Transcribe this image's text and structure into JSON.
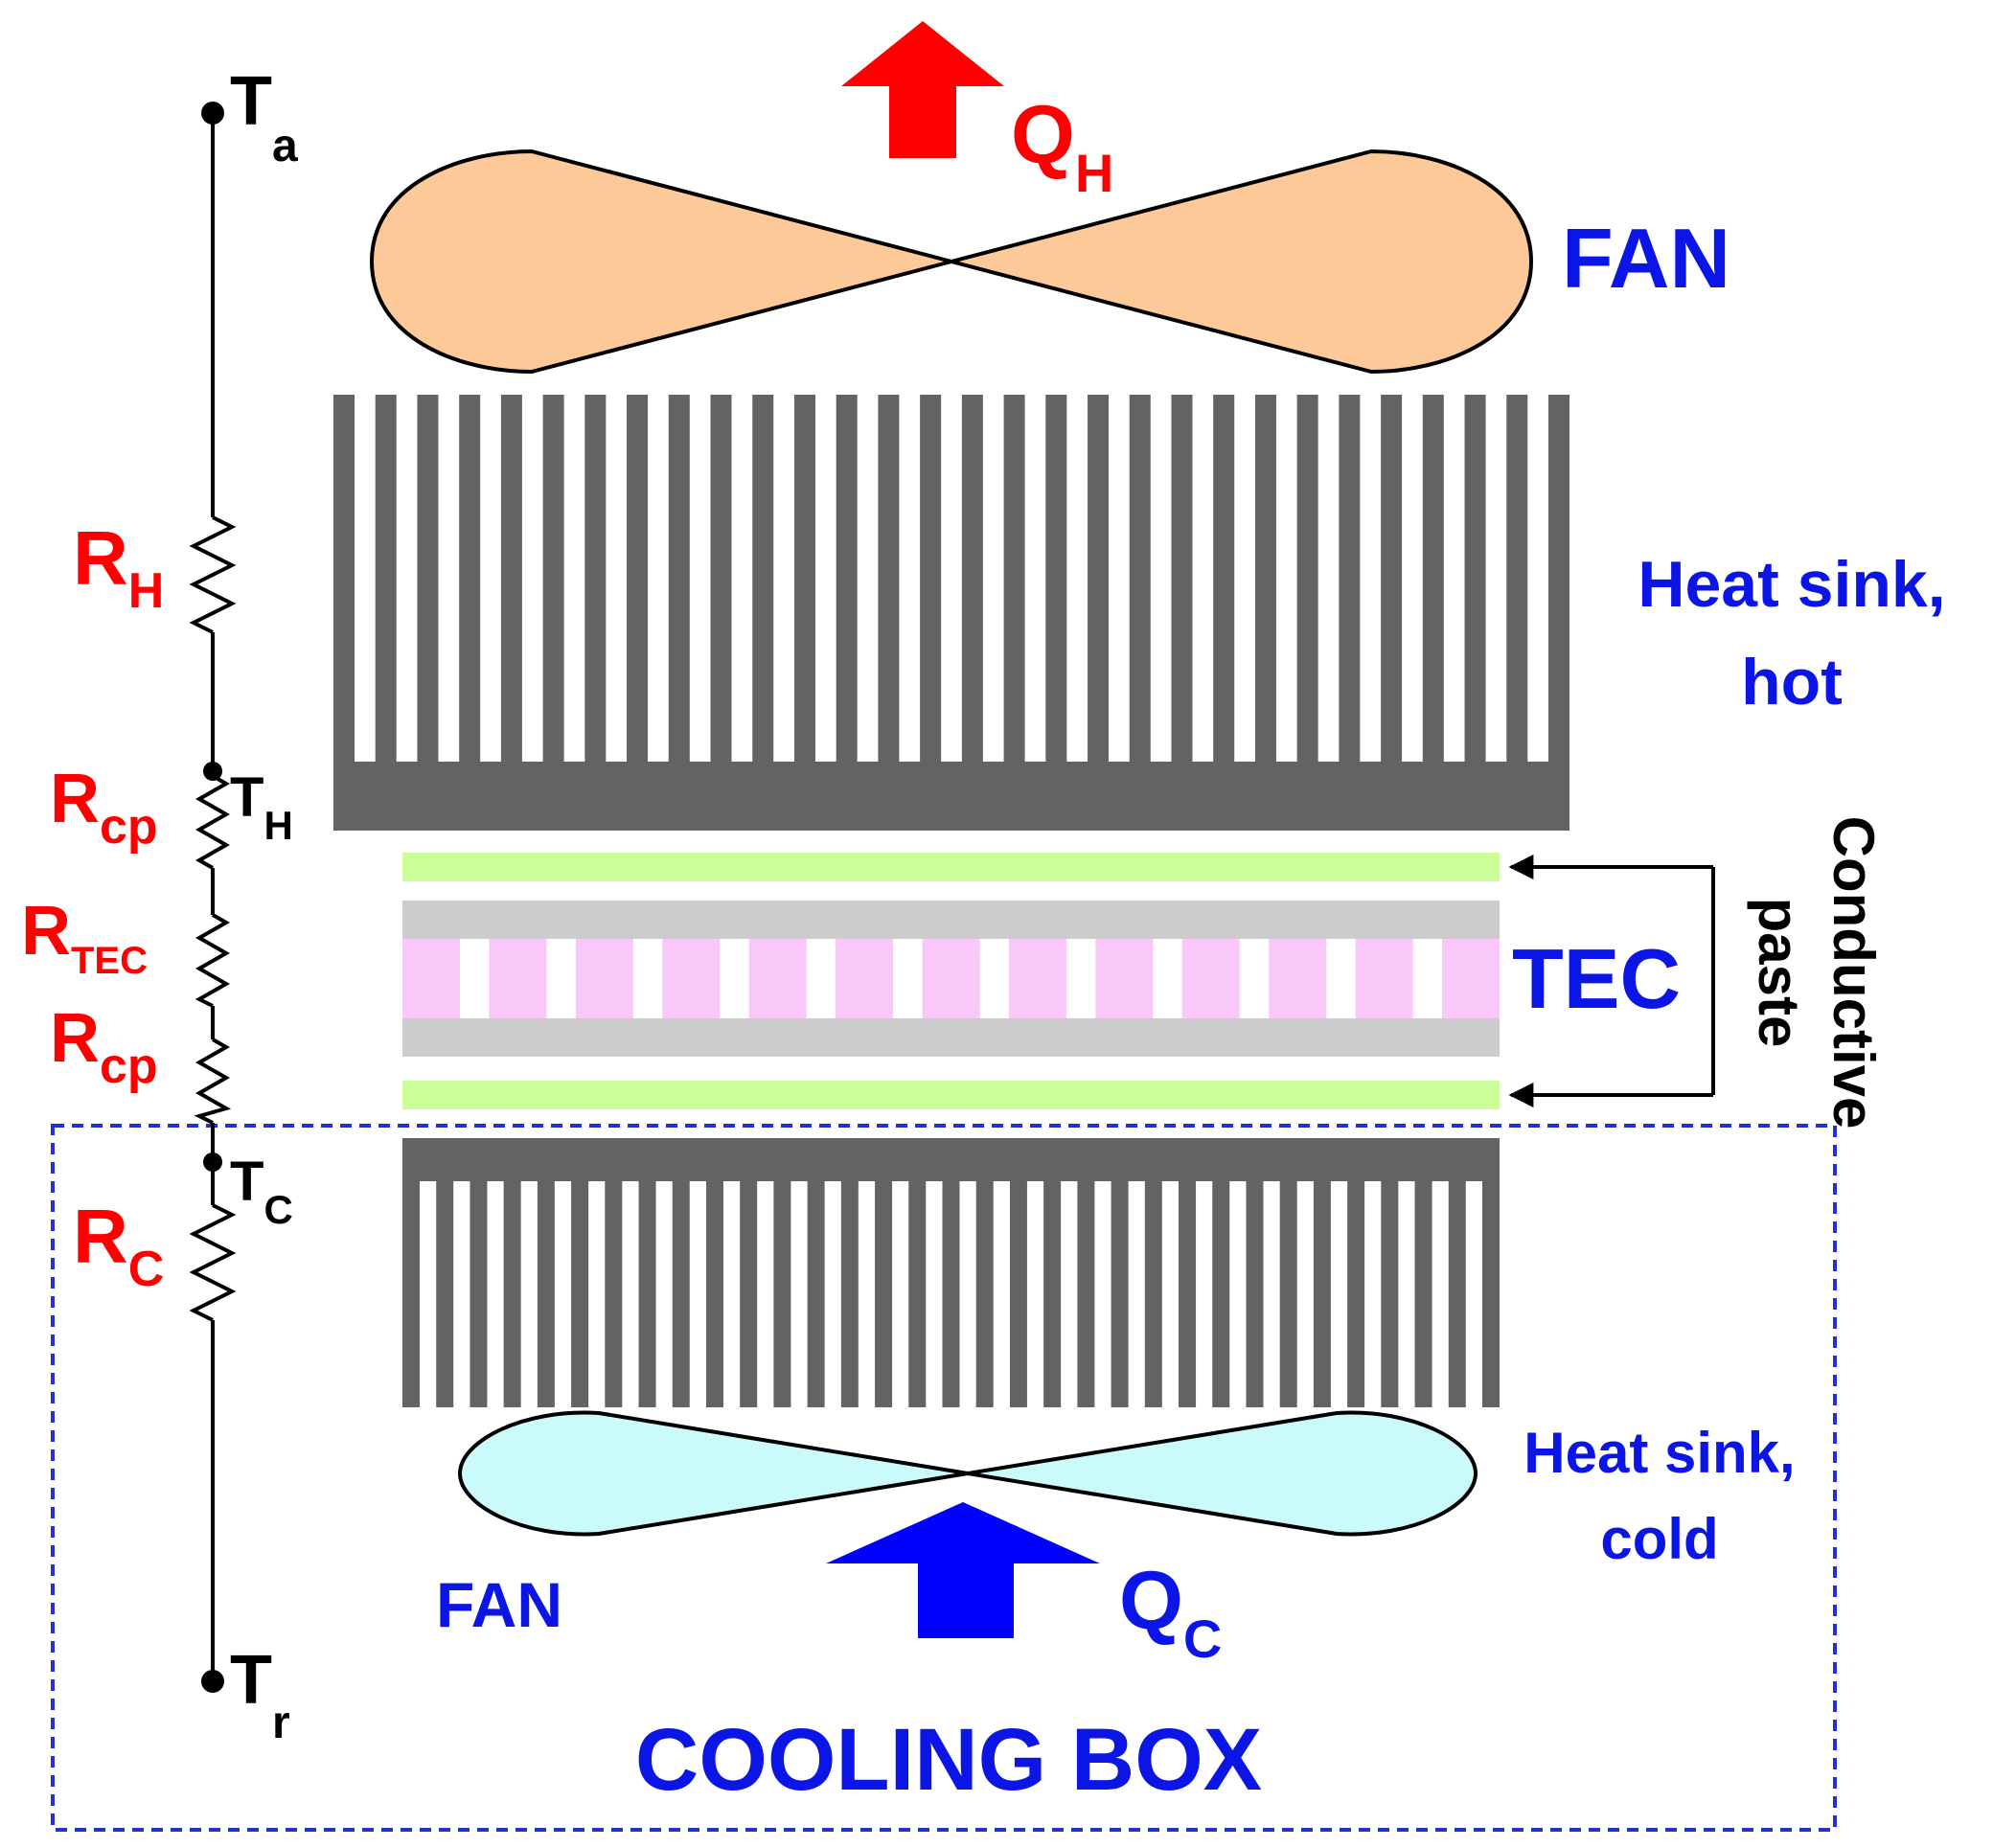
{
  "colors": {
    "hot_heat_red": "#ff0000",
    "cold_heat_blue": "#0000ff",
    "label_blue": "#0b16e6",
    "heat_sink_gray": "#636363",
    "fan_hot_fill": "#fdc998",
    "fan_cold_fill": "#cbfafa",
    "tec_plate_gray": "#cccccc",
    "tec_element_pink": "#f9c8f9",
    "paste_green": "#ccff99",
    "box_border_blue": "#2233cc"
  },
  "thermal_circuit": {
    "nodes": {
      "ambient": {
        "main": "T",
        "sub": "a"
      },
      "hot_side": {
        "main": "T",
        "sub": "H"
      },
      "cold_side": {
        "main": "T",
        "sub": "C"
      },
      "room": {
        "main": "T",
        "sub": "r"
      }
    },
    "resistors": {
      "heat_sink_hot": {
        "main": "R",
        "sub": "H"
      },
      "paste_top": {
        "main": "R",
        "sub": "cp"
      },
      "tec": {
        "main": "R",
        "sub": "TEC"
      },
      "paste_bottom": {
        "main": "R",
        "sub": "cp"
      },
      "heat_sink_cold": {
        "main": "R",
        "sub": "C"
      }
    }
  },
  "components": {
    "fan_top_label": "FAN",
    "heat_sink_hot_label_line1": "Heat sink,",
    "heat_sink_hot_label_line2": "hot",
    "tec_label": "TEC",
    "conductive_paste_line1": "Conductive",
    "conductive_paste_line2": "paste",
    "heat_sink_cold_label_line1": "Heat sink,",
    "heat_sink_cold_label_line2": "cold",
    "fan_bottom_label": "FAN",
    "cooling_box_label": "COOLING BOX"
  },
  "heat_flows": {
    "hot": {
      "main": "Q",
      "sub": "H"
    },
    "cold": {
      "main": "Q",
      "sub": "C"
    }
  },
  "icons": {
    "hot_arrow": "up-arrow-icon",
    "cold_arrow": "up-arrow-icon",
    "paste_arrows": "left-arrow-icon"
  }
}
